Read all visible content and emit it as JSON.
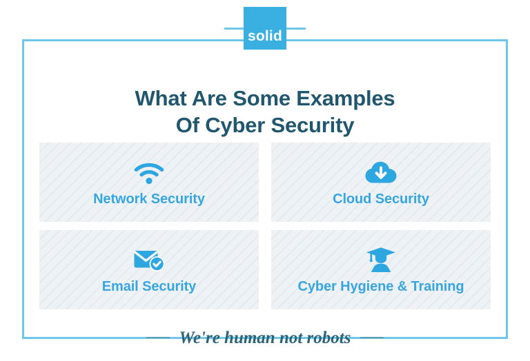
{
  "brand": {
    "logo_text": "solid",
    "logo_bg_color": "#3aafe2",
    "logo_text_color": "#ffffff",
    "dash_color": "#6ec6e8"
  },
  "frame": {
    "border_color": "#6ec6e8"
  },
  "header": {
    "title_line1": "What Are Some Examples",
    "title_line2": "Of Cyber Security",
    "title_color": "#20566e"
  },
  "cards": [
    {
      "icon": "wifi-icon",
      "label": "Network Security",
      "label_color": "#37a6de",
      "icon_color": "#2ea6e0"
    },
    {
      "icon": "cloud-download-icon",
      "label": "Cloud Security",
      "label_color": "#37a6de",
      "icon_color": "#2ea6e0"
    },
    {
      "icon": "email-check-icon",
      "label": "Email Security",
      "label_color": "#37a6de",
      "icon_color": "#2ea6e0"
    },
    {
      "icon": "graduate-person-icon",
      "label": "Cyber Hygiene & Training",
      "label_color": "#37a6de",
      "icon_color": "#2ea6e0"
    }
  ],
  "footer": {
    "tagline": "We're human not robots",
    "tagline_color": "#2d6378",
    "dash_color": "#5c9fb5"
  }
}
